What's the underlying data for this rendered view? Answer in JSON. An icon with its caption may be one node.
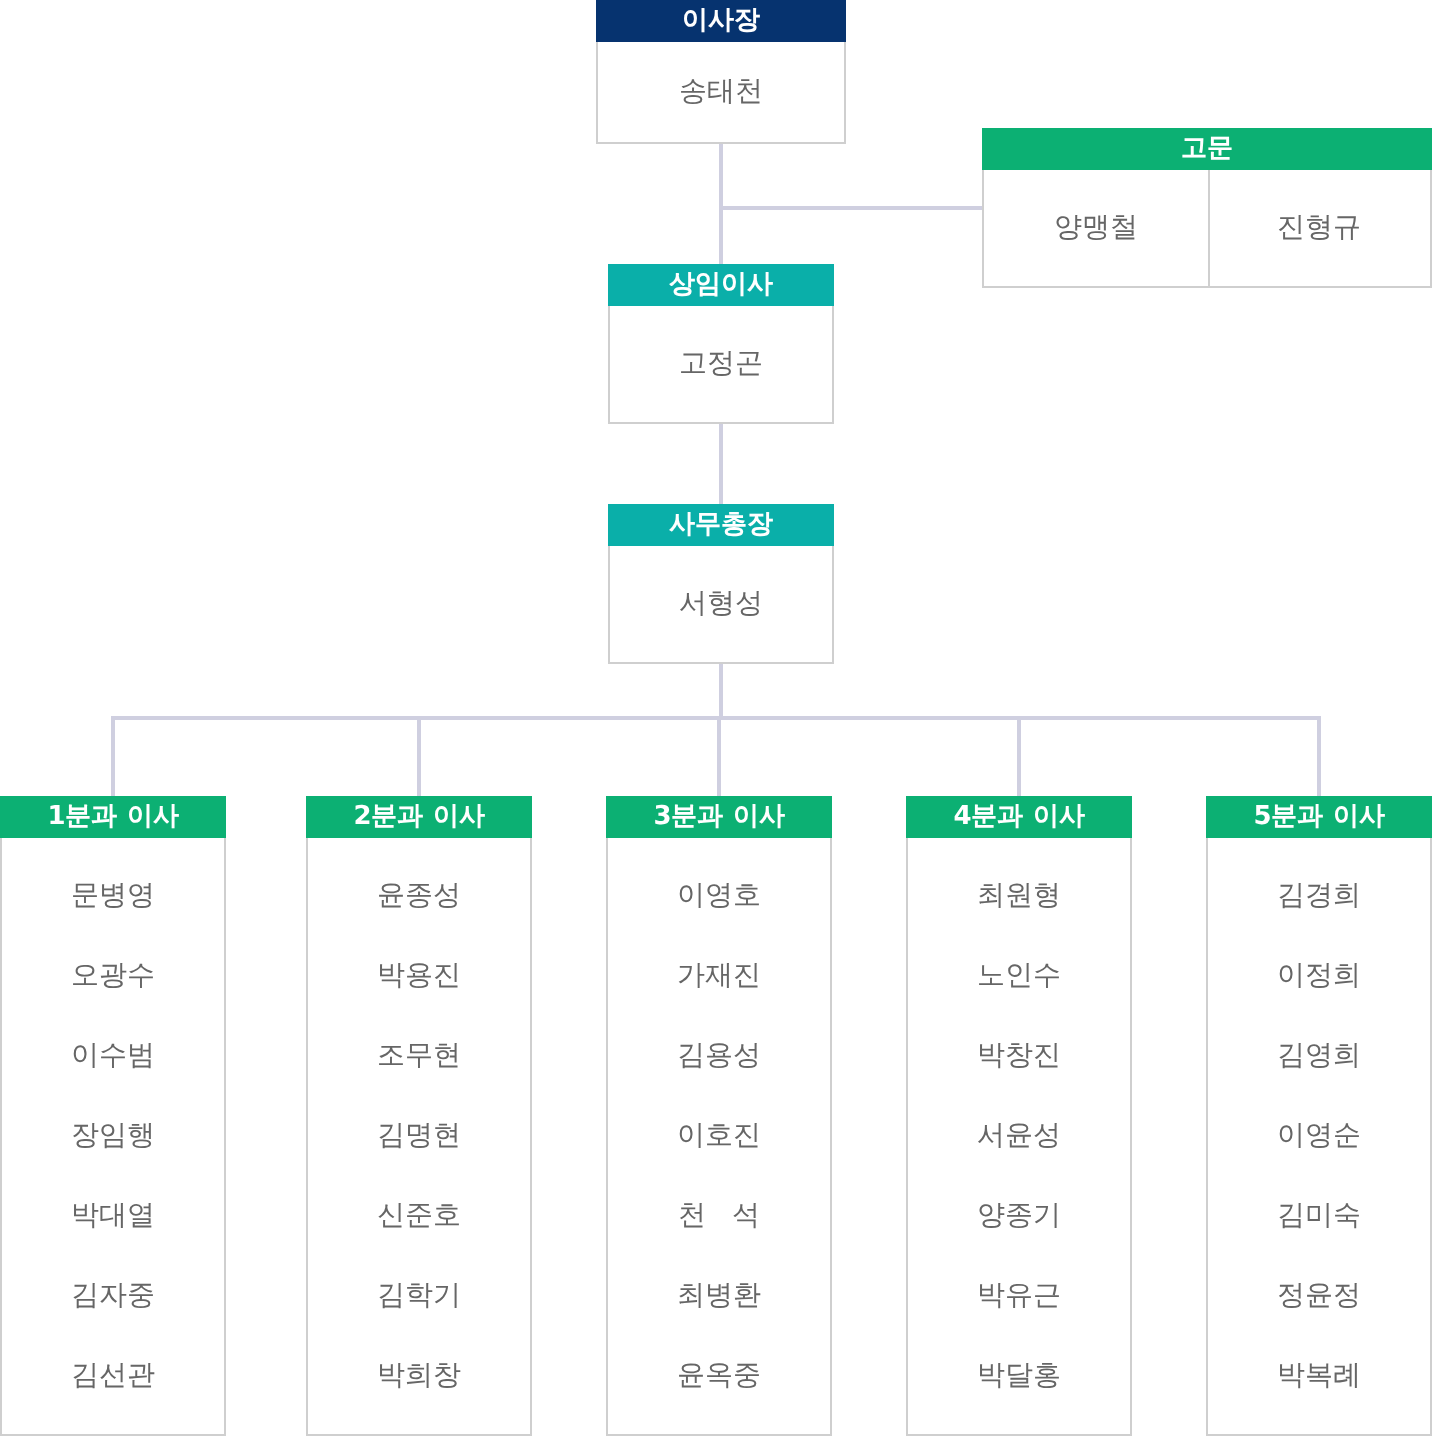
{
  "diagram": {
    "nodes": [
      {
        "text": [
          "이사장",
          "송태천"
        ]
      },
      {
        "text": [
          "고문",
          "양맹철",
          "진형규"
        ]
      },
      {
        "text": [
          "상임이사",
          "고정곤"
        ]
      },
      {
        "text": [
          "사무총장",
          "서형성"
        ]
      },
      {
        "text": [
          "1분과 이사",
          "문병영",
          "오광수",
          "이수범",
          "장임행",
          "박대열",
          "김자중",
          "김선관"
        ]
      },
      {
        "text": [
          "2분과 이사",
          "윤종성",
          "박용진",
          "조무현",
          "김명현",
          "신준호",
          "김학기",
          "박희창"
        ]
      },
      {
        "text": [
          "3분과 이사",
          "이영호",
          "가재진",
          "김용성",
          "이호진",
          "천   석",
          "최병환",
          "윤옥중"
        ]
      },
      {
        "text": [
          "4분과 이사",
          "최원형",
          "노인수",
          "박창진",
          "서윤성",
          "양종기",
          "박유근",
          "박달홍"
        ]
      },
      {
        "text": [
          "5분과 이사",
          "김경희",
          "이정희",
          "김영희",
          "이영순",
          "김미숙",
          "정윤정",
          "박복례"
        ]
      }
    ],
    "edges": [
      {
        "from": 0,
        "to": 2,
        "arrow": "none"
      },
      {
        "from": 0,
        "to": 1,
        "arrow": "none"
      },
      {
        "from": 2,
        "to": 3,
        "arrow": "none"
      },
      {
        "from": 3,
        "to": 4,
        "arrow": "none"
      },
      {
        "from": 3,
        "to": 5,
        "arrow": "none"
      },
      {
        "from": 3,
        "to": 6,
        "arrow": "none"
      },
      {
        "from": 3,
        "to": 7,
        "arrow": "none"
      },
      {
        "from": 3,
        "to": 8,
        "arrow": "none"
      }
    ]
  }
}
